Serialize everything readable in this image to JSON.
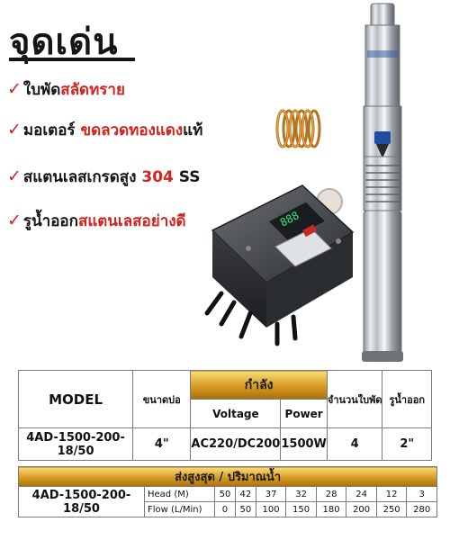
{
  "header": {
    "title": "จุดเด่น"
  },
  "features": [
    {
      "check": "✓",
      "part1": "ใบพัด",
      "part2": "สลัดทราย"
    },
    {
      "check": "✓",
      "part1": "มอเตอร์ ",
      "part2": "ขดลวดทองแดง",
      "part3": "แท้"
    },
    {
      "check": "✓",
      "part1": "สแตนเลสเกรดสูง ",
      "part2": "304",
      "part3": " SS"
    },
    {
      "check": "✓",
      "part1": "รูน้ำออก",
      "part2": "สแตนเลสอย่างดี"
    }
  ],
  "colors": {
    "accent_red": "#d2231e",
    "gold": "#d79a22",
    "dark": "#151515"
  },
  "spec_table": {
    "model_header": "MODEL",
    "pipe_size_header": "ขนาดบ่อ",
    "power_group_header": "กำลัง",
    "voltage_header": "Voltage",
    "power_header": "Power",
    "impeller_header": "จำนวนใบพัด",
    "outlet_header": "รูน้ำออก",
    "row": {
      "model": "4AD-1500-200-18/50",
      "pipe_size": "4\"",
      "voltage": "AC220/DC200",
      "power": "1500W",
      "impellers": "4",
      "outlet": "2\""
    }
  },
  "head_table": {
    "header": "ส่งสูงสุด / ปริมาณน้ำ",
    "model": "4AD-1500-200-18/50",
    "head_label": "Head (M)",
    "flow_label": "Flow (L/Min)",
    "head": [
      "50",
      "42",
      "37",
      "32",
      "28",
      "24",
      "12",
      "3"
    ],
    "flow": [
      "0",
      "50",
      "100",
      "150",
      "180",
      "200",
      "250",
      "280"
    ]
  }
}
